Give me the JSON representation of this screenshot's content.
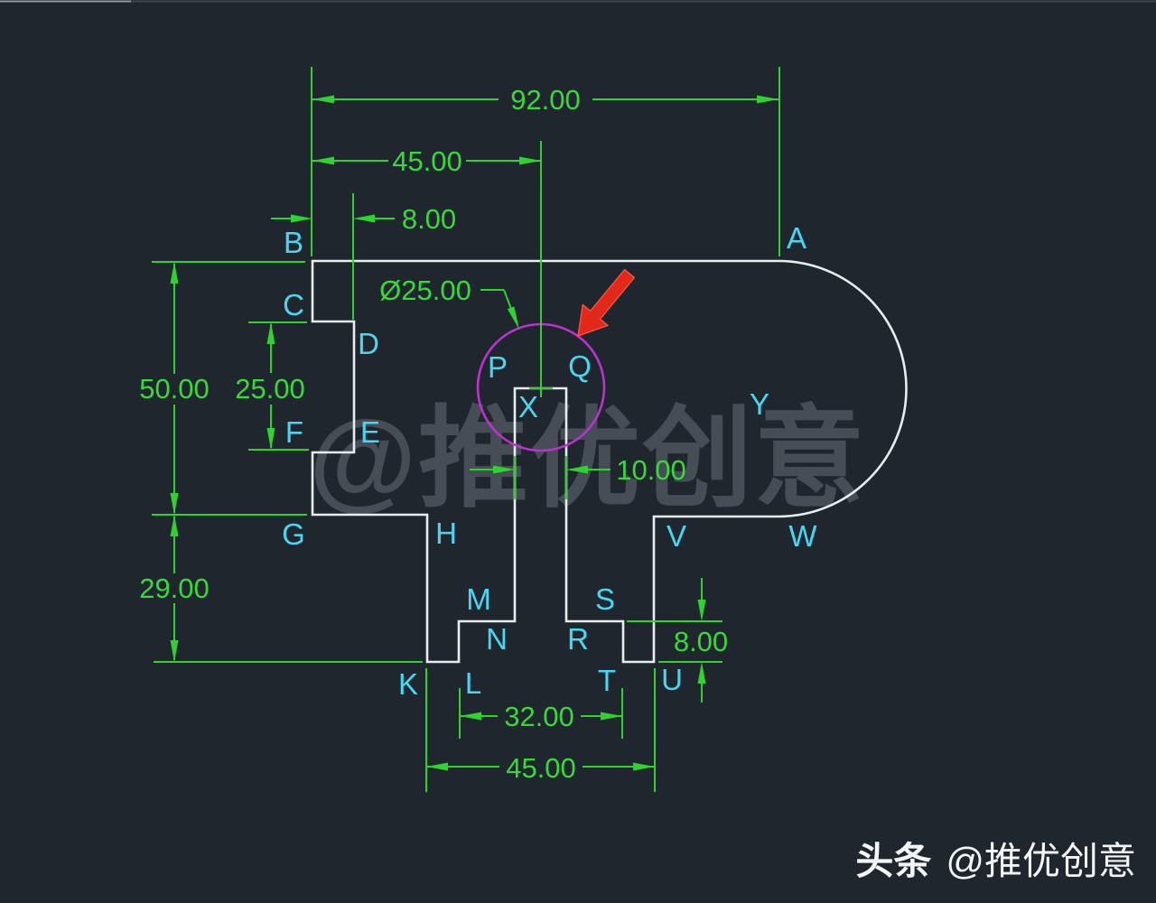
{
  "drawing": {
    "dims": {
      "total_width": "92.00",
      "left_width": "45.00",
      "notch_depth": "8.00",
      "circle_diameter": "Ø25.00",
      "left_height": "50.00",
      "notch_height": "25.00",
      "slot_width": "10.00",
      "lower_height": "29.00",
      "step_height": "8.00",
      "inner_span": "32.00",
      "outer_span": "45.00"
    },
    "points": {
      "a": "A",
      "b": "B",
      "c": "C",
      "d": "D",
      "e": "E",
      "f": "F",
      "g": "G",
      "h": "H",
      "k": "K",
      "l": "L",
      "m": "M",
      "n": "N",
      "p": "P",
      "q": "Q",
      "r": "R",
      "s": "S",
      "t": "T",
      "u": "U",
      "v": "V",
      "w": "W",
      "x": "X",
      "y": "Y"
    },
    "colors": {
      "background": "#20262e",
      "dimension_green": "#2fd32f",
      "label_cyan": "#47d7f2",
      "outline_white": "#e9edf0",
      "circle_magenta": "#bb33cf",
      "arrow_red": "#e22818"
    }
  },
  "watermark": {
    "center": "@推优创意"
  },
  "footer": {
    "brand": "头条",
    "handle": "@推优创意"
  }
}
